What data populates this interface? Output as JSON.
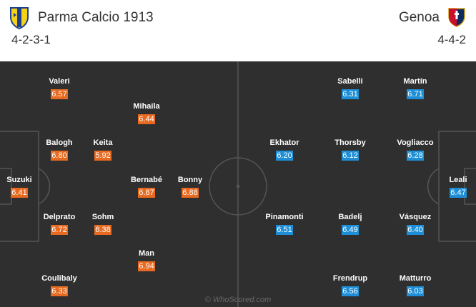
{
  "home": {
    "name": "Parma Calcio 1913",
    "formation": "4-2-3-1",
    "crest_colors": {
      "primary": "#f5d21a",
      "secondary": "#1b3f94"
    },
    "rating_color": "#e76a20",
    "players": [
      {
        "name": "Suzuki",
        "rating": "6.41"
      },
      {
        "name": "Valeri",
        "rating": "6.57"
      },
      {
        "name": "Balogh",
        "rating": "6.80"
      },
      {
        "name": "Delprato",
        "rating": "6.72"
      },
      {
        "name": "Coulibaly",
        "rating": "6.33"
      },
      {
        "name": "Keita",
        "rating": "5.92"
      },
      {
        "name": "Sohm",
        "rating": "6.38"
      },
      {
        "name": "Mihaila",
        "rating": "6.44"
      },
      {
        "name": "Bernabé",
        "rating": "6.87"
      },
      {
        "name": "Man",
        "rating": "6.94"
      },
      {
        "name": "Bonny",
        "rating": "6.88"
      }
    ]
  },
  "away": {
    "name": "Genoa",
    "formation": "4-4-2",
    "crest_colors": {
      "primary": "#c8102e",
      "secondary": "#0b2b63"
    },
    "rating_color": "#1e8fd6",
    "players": [
      {
        "name": "Leali",
        "rating": "6.47"
      },
      {
        "name": "Martín",
        "rating": "6.71"
      },
      {
        "name": "Vogliacco",
        "rating": "6.28"
      },
      {
        "name": "Vásquez",
        "rating": "6.40"
      },
      {
        "name": "Matturro",
        "rating": "6.03"
      },
      {
        "name": "Sabelli",
        "rating": "6.31"
      },
      {
        "name": "Thorsby",
        "rating": "6.12"
      },
      {
        "name": "Badelj",
        "rating": "6.49"
      },
      {
        "name": "Frendrup",
        "rating": "6.56"
      },
      {
        "name": "Ekhator",
        "rating": "6.20"
      },
      {
        "name": "Pinamonti",
        "rating": "6.51"
      }
    ]
  },
  "pitch": {
    "color": "#2f2f2f",
    "line_color": "#555555"
  },
  "watermark": "© WhoScored.com"
}
